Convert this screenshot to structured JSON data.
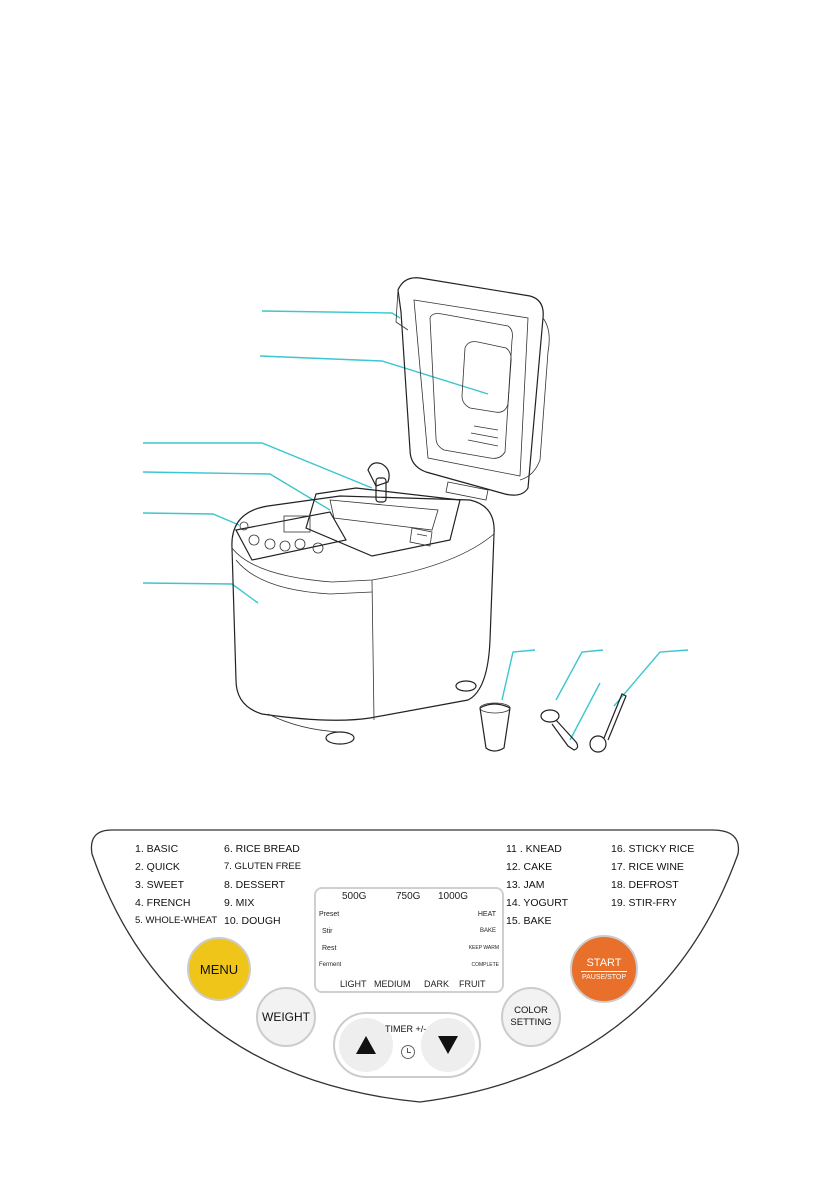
{
  "programs_col1": [
    "1.  BASIC",
    "2. QUICK",
    "3.  SWEET",
    "4. FRENCH",
    "5. WHOLE-WHEAT"
  ],
  "programs_col2": [
    "6. RICE BREAD",
    "7. GLUTEN FREE",
    "8. DESSERT",
    "9. MIX",
    "10. DOUGH"
  ],
  "programs_col3": [
    "11 . KNEAD",
    "12. CAKE",
    "13. JAM",
    "14. YOGURT",
    "15. BAKE"
  ],
  "programs_col4": [
    "16. STICKY RICE",
    "17. RICE WINE",
    "18. DEFROST",
    "19. STIR-FRY"
  ],
  "display": {
    "weights": [
      "500G",
      "750G",
      "1000G"
    ],
    "left_status": [
      "Preset",
      "Stir",
      "Rest",
      "Ferment"
    ],
    "right_status": [
      "HEAT",
      "BAKE",
      "KEEP WARM",
      "COMPLETE"
    ],
    "crusts": [
      "LIGHT",
      "MEDIUM",
      "DARK",
      "FRUIT"
    ]
  },
  "buttons": {
    "menu": "MENU",
    "weight": "WEIGHT",
    "color_line1": "COLOR",
    "color_line2": "SETTING",
    "start": "START",
    "pause_stop": "PAUSE/STOP",
    "timer": "TIMER +/-"
  },
  "colors": {
    "menu_button": "#f0c519",
    "start_button": "#e8702a",
    "callout_lines": "#3cc6cf"
  }
}
